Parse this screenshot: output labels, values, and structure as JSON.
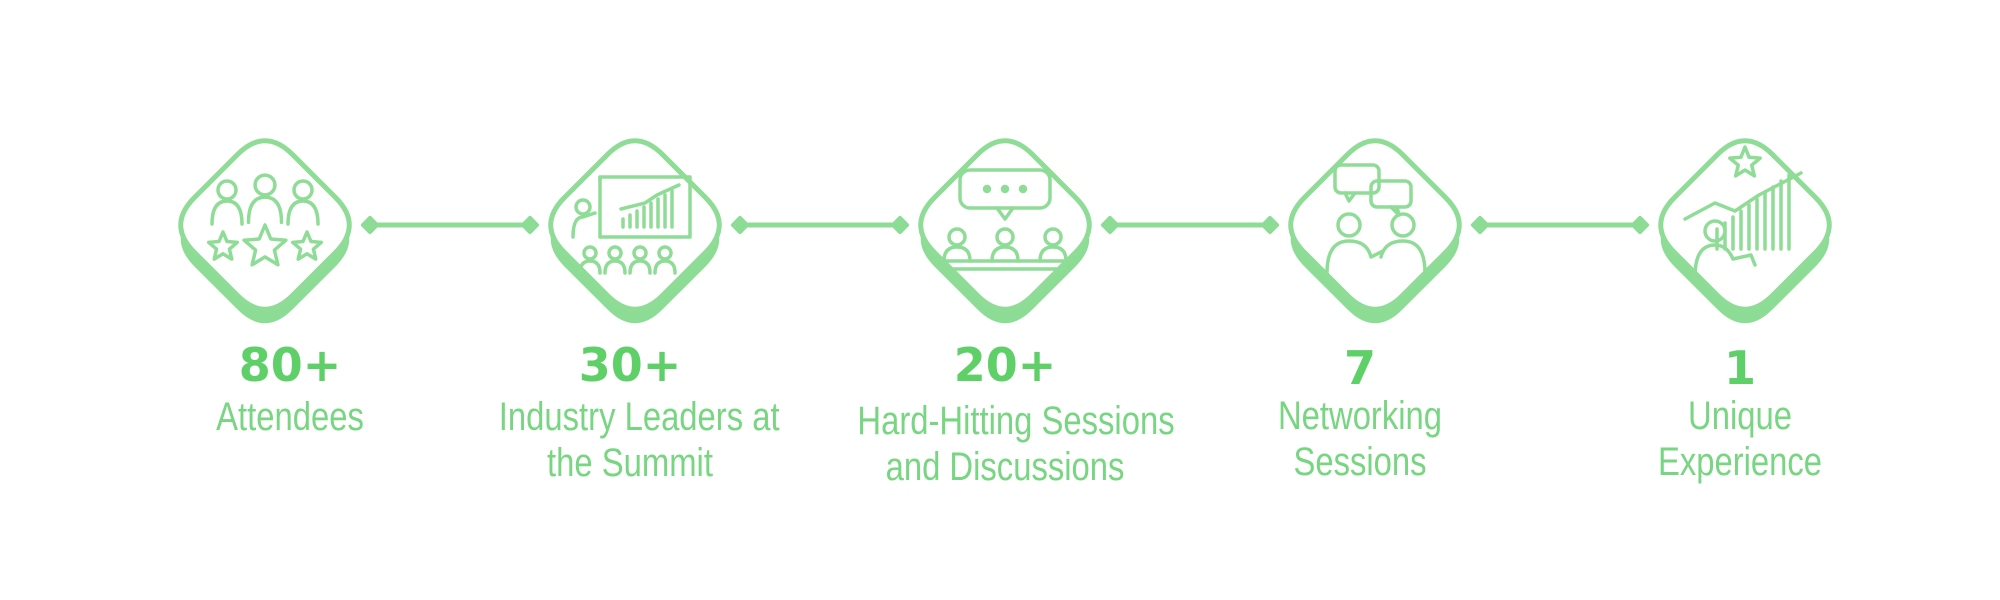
{
  "colors": {
    "accent": "#5fd068",
    "stroke": "#8fdc97",
    "shadow": "#8ddc95",
    "label": "#78d581"
  },
  "stats": [
    {
      "value": "80+",
      "label_lines": [
        "Attendees"
      ],
      "icon": "attendees-stars-icon"
    },
    {
      "value": "30+",
      "label_lines": [
        "Industry Leaders at",
        "the Summit"
      ],
      "icon": "presenter-chart-icon"
    },
    {
      "value": "20+",
      "label_lines": [
        "Hard-Hitting Sessions",
        "and Discussions"
      ],
      "icon": "panel-discussion-icon"
    },
    {
      "value": "7",
      "label_lines": [
        "Networking",
        "Sessions"
      ],
      "icon": "networking-chat-icon"
    },
    {
      "value": "1",
      "label_lines": [
        "Unique",
        "Experience"
      ],
      "icon": "growth-star-icon"
    }
  ]
}
